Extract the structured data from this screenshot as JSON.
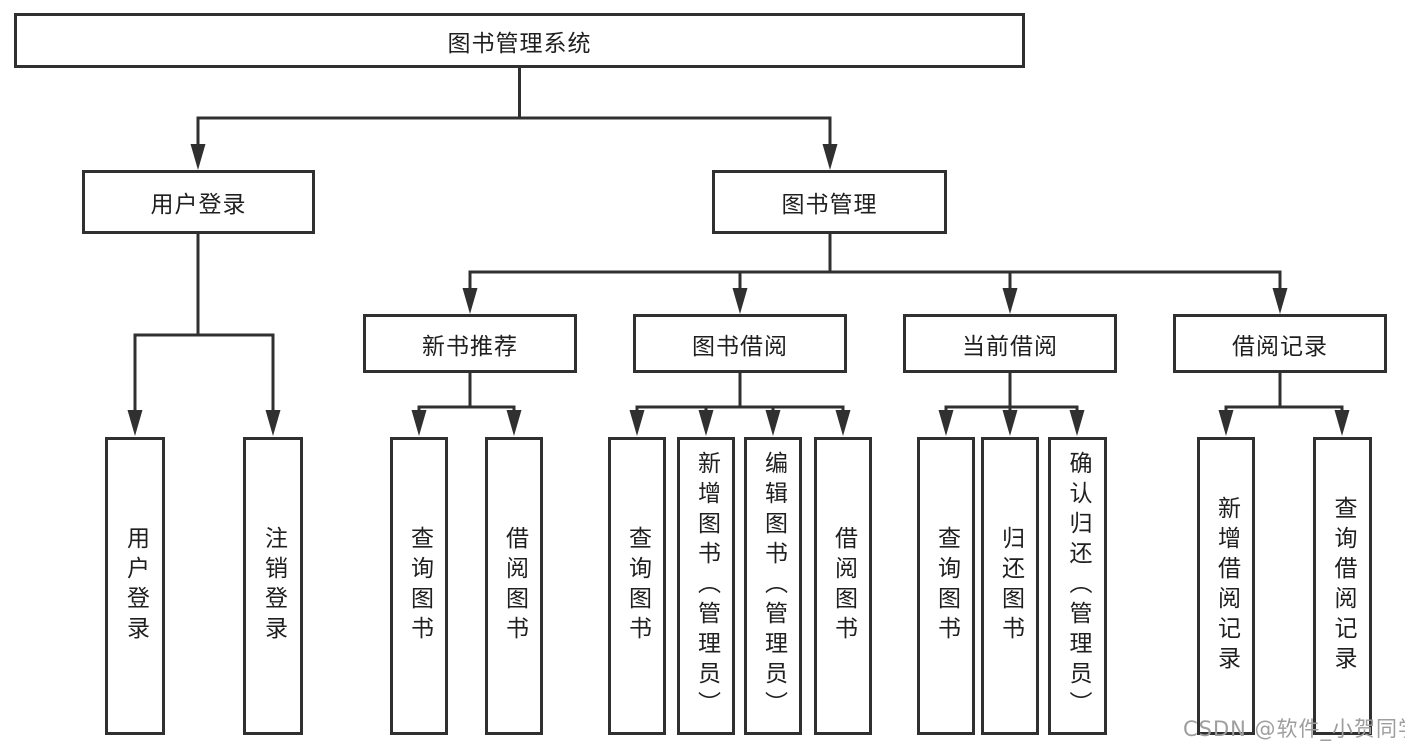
{
  "diagram": {
    "root": {
      "label": "图书管理系统"
    },
    "branches": [
      {
        "label": "用户登录",
        "children": [
          {
            "label": "用户登录"
          },
          {
            "label": "注销登录"
          }
        ]
      },
      {
        "label": "图书管理",
        "children": [
          {
            "label": "新书推荐",
            "children": [
              {
                "label": "查询图书"
              },
              {
                "label": "借阅图书"
              }
            ]
          },
          {
            "label": "图书借阅",
            "children": [
              {
                "label": "查询图书"
              },
              {
                "label": "新增图书（管理员）"
              },
              {
                "label": "编辑图书（管理员）"
              },
              {
                "label": "借阅图书"
              }
            ]
          },
          {
            "label": "当前借阅",
            "children": [
              {
                "label": "查询图书"
              },
              {
                "label": "归还图书"
              },
              {
                "label": "确认归还（管理员）"
              }
            ]
          },
          {
            "label": "借阅记录",
            "children": [
              {
                "label": "新增借阅记录"
              },
              {
                "label": "查询借阅记录"
              }
            ]
          }
        ]
      }
    ],
    "watermark": "CSDN @软件_小贺同学",
    "colors": {
      "line": "#303030",
      "text": "#1f1f1f",
      "watermark": "#9e9e9e",
      "background": "#ffffff"
    }
  }
}
